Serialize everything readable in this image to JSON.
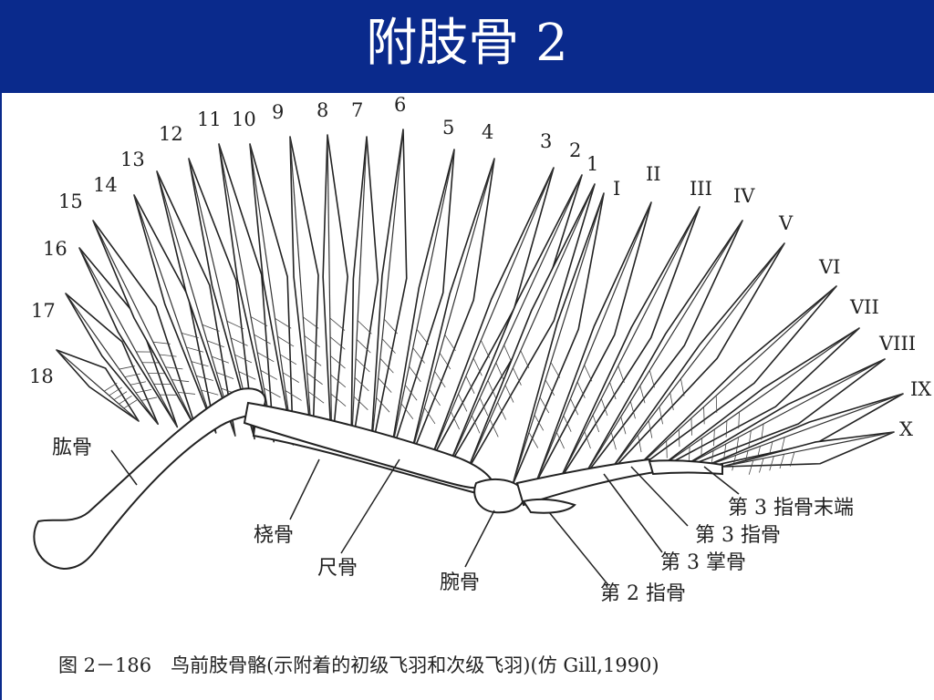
{
  "slide": {
    "title": "附肢骨 2",
    "caption": "图 2－186　鸟前肢骨骼(示附着的初级飞羽和次级飞羽)(仿 Gill,1990)"
  },
  "colors": {
    "title_bar": "#0a2a8c",
    "title_text": "#ffffff",
    "ink": "#222222"
  },
  "diagram": {
    "secondary_feather_labels": [
      "18",
      "17",
      "16",
      "15",
      "14",
      "13",
      "12",
      "11",
      "10",
      "9",
      "8",
      "7",
      "6",
      "5",
      "4",
      "3",
      "2",
      "1"
    ],
    "primary_feather_labels": [
      "I",
      "II",
      "III",
      "IV",
      "V",
      "VI",
      "VII",
      "VIII",
      "IX",
      "X"
    ],
    "bone_labels": {
      "humerus": "肱骨",
      "radius": "桡骨",
      "ulna": "尺骨",
      "carpal": "腕骨",
      "digit2": "第 2 指骨",
      "metacarpal3": "第 3 掌骨",
      "digit3": "第 3 指骨",
      "digit3_tip": "第 3 指骨末端"
    }
  }
}
